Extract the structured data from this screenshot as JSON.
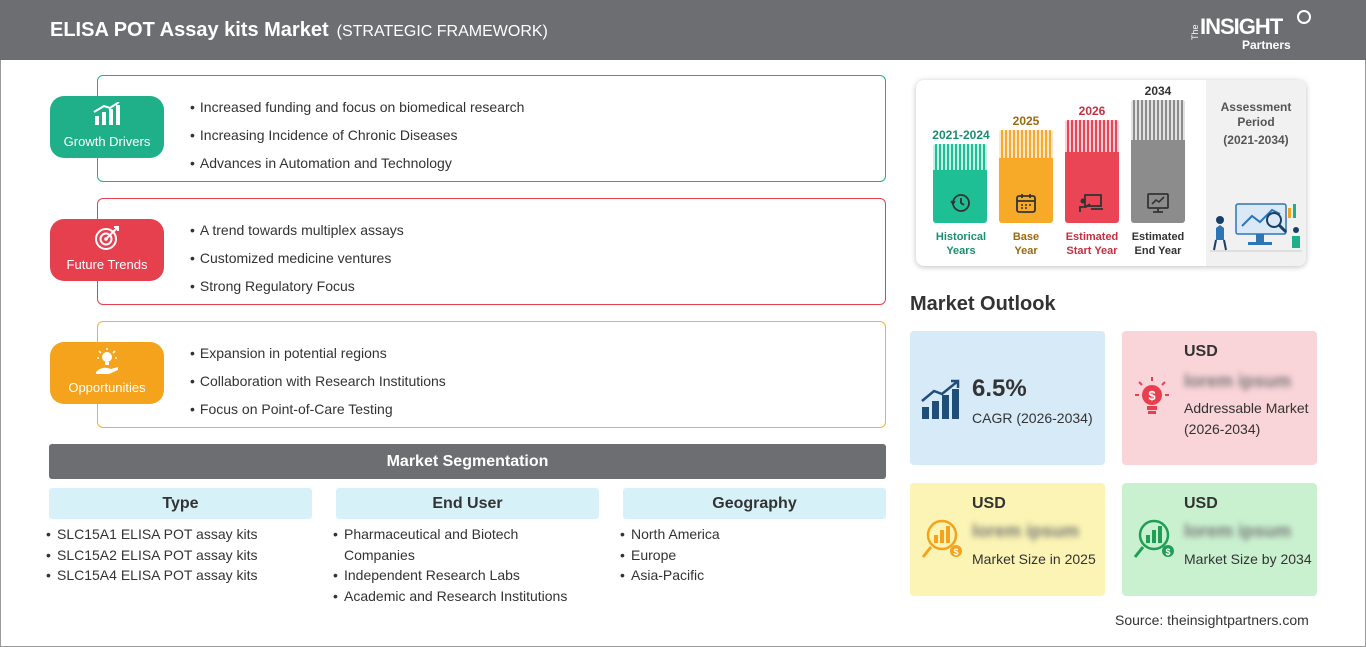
{
  "header": {
    "title": "ELISA POT Assay kits Market",
    "subtitle": "(STRATEGIC FRAMEWORK)",
    "logo_the": "The",
    "logo_main": "INSIGHT",
    "logo_sub": "Partners"
  },
  "framework": [
    {
      "label": "Growth Drivers",
      "icon": "growth-chart-icon",
      "color": "#1fb08a",
      "items": [
        "Increased funding and focus on biomedical research",
        "Increasing Incidence of Chronic Diseases",
        "Advances in Automation and Technology"
      ]
    },
    {
      "label": "Future Trends",
      "icon": "target-icon",
      "color": "#e6404f",
      "items": [
        "A trend towards multiplex assays",
        "Customized medicine ventures",
        "Strong Regulatory Focus"
      ]
    },
    {
      "label": "Opportunities",
      "icon": "lightbulb-hand-icon",
      "color": "#f5a21d",
      "items": [
        "Expansion in potential regions",
        "Collaboration with Research Institutions",
        "Focus on Point-of-Care Testing"
      ]
    }
  ],
  "segmentation": {
    "title": "Market Segmentation",
    "columns": [
      {
        "head": "Type",
        "items": [
          "SLC15A1 ELISA POT assay kits",
          "SLC15A2 ELISA POT assay kits",
          "SLC15A4 ELISA POT assay kits"
        ]
      },
      {
        "head": "End User",
        "items": [
          "Pharmaceutical and Biotech Companies",
          "Independent Research Labs",
          "Academic and Research Institutions"
        ]
      },
      {
        "head": "Geography",
        "items": [
          "North America",
          "Europe",
          "Asia-Pacific"
        ]
      }
    ]
  },
  "timeline": {
    "bars": [
      {
        "year": "2021-2024",
        "label1": "Historical",
        "label2": "Years",
        "color": "#1fbf95",
        "year_color": "#1a8f6f",
        "icon": "history-icon"
      },
      {
        "year": "2025",
        "label1": "Base",
        "label2": "Year",
        "color": "#f7a928",
        "year_color": "#9a6a10",
        "icon": "calendar-icon"
      },
      {
        "year": "2026",
        "label1": "Estimated",
        "label2": "Start Year",
        "color": "#ea4554",
        "year_color": "#c6303e",
        "icon": "presentation-icon"
      },
      {
        "year": "2034",
        "label1": "Estimated",
        "label2": "End Year",
        "color": "#8c8c8c",
        "year_color": "#333333",
        "icon": "monitor-chart-icon"
      }
    ],
    "assessment_title": "Assessment Period",
    "assessment_period": "(2021-2034)"
  },
  "outlook": {
    "title": "Market Outlook",
    "cagr_value": "6.5%",
    "cagr_label": "CAGR (2026-2034)",
    "addressable_usd": "USD",
    "addressable_value": "lorem ipsum",
    "addressable_label": "Addressable Market (2026-2034)",
    "size2025_usd": "USD",
    "size2025_value": "lorem ipsum",
    "size2025_label": "Market Size in 2025",
    "size2034_usd": "USD",
    "size2034_value": "lorem ipsum",
    "size2034_label": "Market Size by 2034"
  },
  "source": "Source: theinsightpartners.com"
}
